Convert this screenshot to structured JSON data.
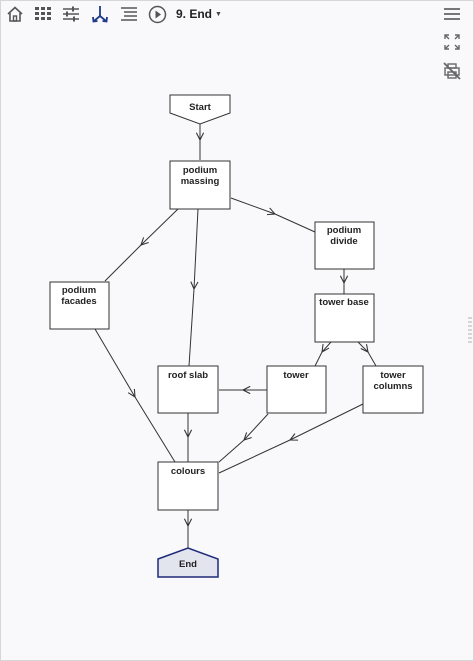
{
  "toolbar": {
    "step_label": "9. End",
    "icons": [
      "home-icon",
      "grid-icon",
      "sliders-icon",
      "merge-icon",
      "list-icon",
      "play-icon",
      "menu-icon",
      "fullscreen-icon",
      "no-print-icon"
    ]
  },
  "colors": {
    "accent": "#1e3a8a",
    "node_stroke": "#333333",
    "end_fill": "#e2e4ee",
    "end_stroke": "#1e2a78"
  },
  "workflow": {
    "nodes": {
      "start": {
        "label": "Start"
      },
      "podium_massing": {
        "label_lines": [
          "podium",
          "massing"
        ]
      },
      "podium_divide": {
        "label_lines": [
          "podium",
          "divide"
        ]
      },
      "podium_facades": {
        "label_lines": [
          "podium",
          "facades"
        ]
      },
      "tower_base": {
        "label_lines": [
          "tower base"
        ]
      },
      "roof_slab": {
        "label_lines": [
          "roof slab"
        ]
      },
      "tower": {
        "label_lines": [
          "tower"
        ]
      },
      "tower_columns": {
        "label_lines": [
          "tower",
          "columns"
        ]
      },
      "colours": {
        "label_lines": [
          "colours"
        ]
      },
      "end": {
        "label": "End"
      }
    }
  }
}
